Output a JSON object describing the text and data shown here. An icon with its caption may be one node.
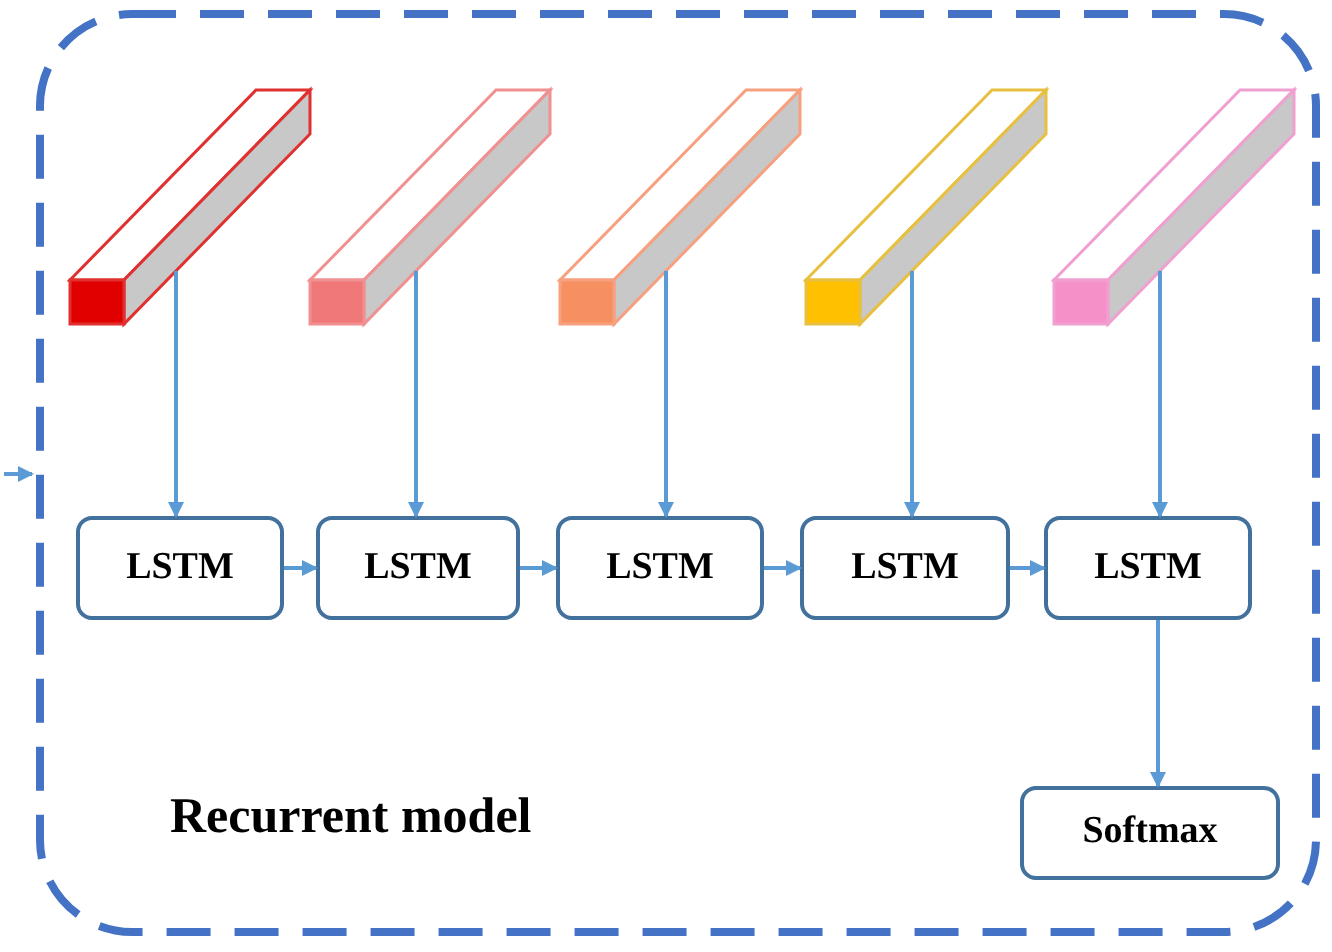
{
  "diagram": {
    "nodes": [
      {
        "text": [
          "Recurrent model"
        ]
      },
      {
        "text": [],
        "shape": "bar",
        "in": 0
      },
      {
        "text": [],
        "shape": "bar",
        "in": 0
      },
      {
        "text": [],
        "shape": "bar",
        "in": 0
      },
      {
        "text": [],
        "shape": "bar",
        "in": 0
      },
      {
        "text": [],
        "shape": "bar",
        "in": 0
      },
      {
        "text": [
          "LSTM"
        ],
        "in": 0
      },
      {
        "text": [
          "LSTM"
        ],
        "in": 0
      },
      {
        "text": [
          "LSTM"
        ],
        "in": 0
      },
      {
        "text": [
          "LSTM"
        ],
        "in": 0
      },
      {
        "text": [
          "LSTM"
        ],
        "in": 0
      },
      {
        "text": [
          "Softmax"
        ],
        "in": 0
      }
    ],
    "edges": [
      {
        "from": null,
        "to": 0,
        "arrow": "to"
      },
      {
        "from": 1,
        "to": 6,
        "arrow": "to"
      },
      {
        "from": 2,
        "to": 7,
        "arrow": "to"
      },
      {
        "from": 3,
        "to": 8,
        "arrow": "to"
      },
      {
        "from": 4,
        "to": 9,
        "arrow": "to"
      },
      {
        "from": 5,
        "to": 10,
        "arrow": "to"
      },
      {
        "from": 6,
        "to": 7,
        "arrow": "to"
      },
      {
        "from": 7,
        "to": 8,
        "arrow": "to"
      },
      {
        "from": 8,
        "to": 9,
        "arrow": "to"
      },
      {
        "from": 9,
        "to": 10,
        "arrow": "to"
      },
      {
        "from": 10,
        "to": 11,
        "arrow": "to"
      }
    ]
  }
}
